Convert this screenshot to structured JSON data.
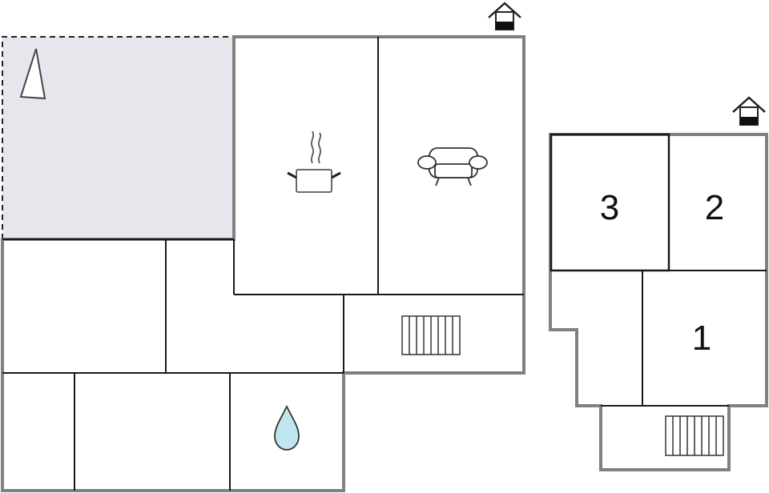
{
  "floorplan": {
    "rooms": {
      "bedroom_3": {
        "label": "3"
      },
      "bedroom_2": {
        "label": "2"
      },
      "bedroom_1": {
        "label": "1"
      }
    },
    "icons": {
      "entrance_main": "house-entrance-icon",
      "entrance_annex": "house-entrance-icon",
      "terrace": "terrace-compass-marker-icon",
      "kitchen": "cooking-pot-icon",
      "living": "sofa-icon",
      "stairs_main": "stairs-icon",
      "stairs_annex": "stairs-icon",
      "bathroom": "water-drop-icon"
    },
    "colors": {
      "wall_outer": "#808080",
      "wall_inner": "#1a1a1a",
      "terrace_fill": "#e6e6ec",
      "water_fill": "#bfe6ef"
    }
  }
}
